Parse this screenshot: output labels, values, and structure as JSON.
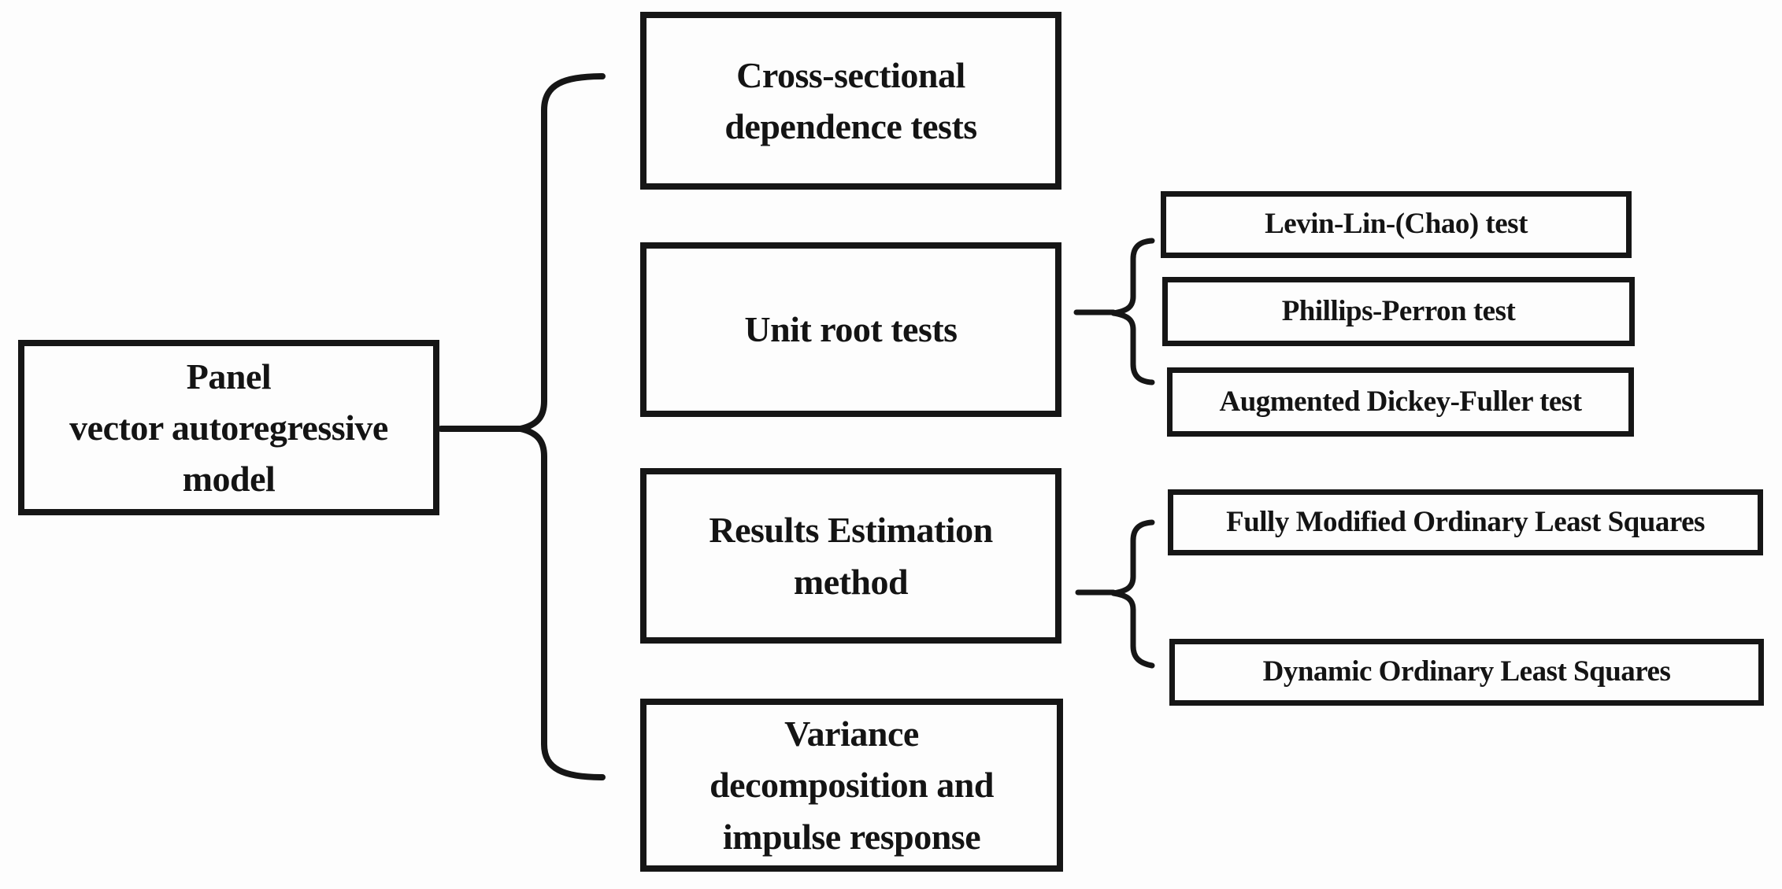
{
  "figure": {
    "background": "#fdfdfd",
    "line_color": "#161616",
    "text_color": "#141414",
    "description": "Panel vector autoregressive model methodology diagram"
  },
  "root": {
    "label": "Panel\nvector autoregressive\nmodel"
  },
  "branches": [
    {
      "label": "Cross-sectional\ndependence tests",
      "children": []
    },
    {
      "label": "Unit root tests",
      "children": [
        {
          "label": "Levin-Lin-(Chao) test"
        },
        {
          "label": "Phillips-Perron test"
        },
        {
          "label": "Augmented Dickey-Fuller test"
        }
      ]
    },
    {
      "label": "Results Estimation\nmethod",
      "children": [
        {
          "label": "Fully Modified Ordinary Least Squares"
        },
        {
          "label": "Dynamic Ordinary Least Squares"
        }
      ]
    },
    {
      "label": "Variance\ndecomposition and\nimpulse response",
      "children": []
    }
  ]
}
